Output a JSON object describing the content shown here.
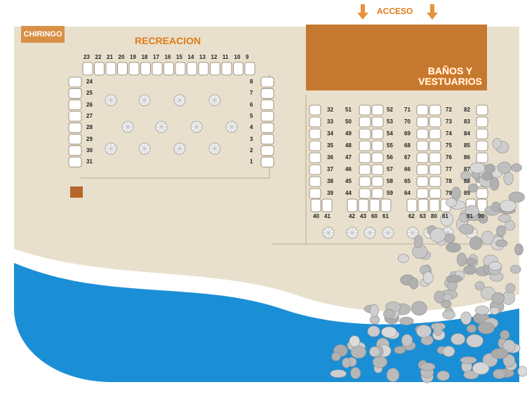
{
  "labels": {
    "chiringo": "CHIRINGO",
    "recreacion": "RECREACION",
    "acceso": "ACCESO",
    "banos_line1": "BAÑOS Y",
    "banos_line2": "VESTUARIOS"
  },
  "colors": {
    "sand": "#e8e0cc",
    "sea": "#1b8fd6",
    "foam": "#ffffff",
    "building": "#c47830",
    "chiringo": "#d98f45",
    "label_orange": "#e07a1a",
    "rocks": "#b8b8b8"
  },
  "recreation_area": {
    "top_row": [
      "23",
      "22",
      "21",
      "20",
      "19",
      "18",
      "17",
      "16",
      "15",
      "14",
      "13",
      "12",
      "11",
      "10",
      "9"
    ],
    "left_col": [
      "24",
      "25",
      "26",
      "27",
      "28",
      "29",
      "30",
      "31"
    ],
    "right_col": [
      "8",
      "7",
      "6",
      "5",
      "4",
      "3",
      "2",
      "1"
    ],
    "umbrella_rows": 3
  },
  "right_area": {
    "col_a": [
      "32",
      "33",
      "34",
      "35",
      "36",
      "37",
      "38",
      "39"
    ],
    "col_b_left": [
      "51",
      "50",
      "49",
      "48",
      "47",
      "46",
      "45",
      "44"
    ],
    "col_b_right": [
      "52",
      "53",
      "54",
      "55",
      "56",
      "57",
      "58",
      "59"
    ],
    "col_c_left": [
      "71",
      "70",
      "69",
      "68",
      "67",
      "66",
      "65",
      "64"
    ],
    "col_c_right": [
      "72",
      "73",
      "74",
      "75",
      "76",
      "77",
      "78",
      "79"
    ],
    "col_d": [
      "82",
      "83",
      "84",
      "85",
      "86",
      "87",
      "88",
      "89"
    ],
    "bottom_row": [
      "40",
      "41",
      "42",
      "43",
      "60",
      "61",
      "62",
      "63",
      "80",
      "81",
      "91",
      "90"
    ],
    "umbrella_count": 8
  }
}
